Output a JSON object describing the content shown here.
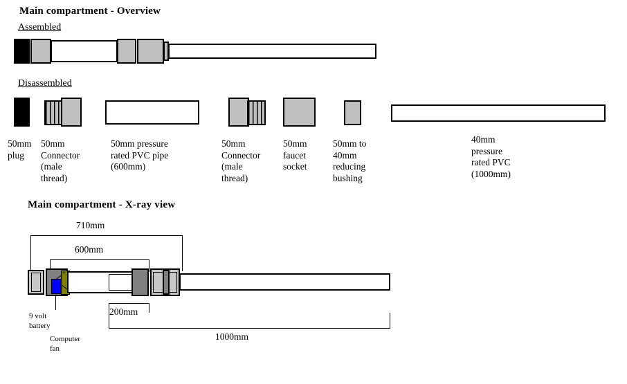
{
  "overview": {
    "title": "Main compartment - Overview",
    "assembled_label": "Assembled",
    "disassembled_label": "Disassembled"
  },
  "xray": {
    "title": "Main compartment - X-ray view"
  },
  "parts": [
    {
      "name": "50mm plug",
      "label": "50mm\nplug"
    },
    {
      "name": "50mm connector male thread",
      "label": "50mm\nConnector\n(male\nthread)"
    },
    {
      "name": "50mm pressure rated PVC pipe",
      "label": "50mm pressure\nrated PVC pipe\n(600mm)"
    },
    {
      "name": "50mm connector male thread 2",
      "label": "50mm\nConnector\n(male\nthread)"
    },
    {
      "name": "50mm faucet socket",
      "label": "50mm\nfaucet\nsocket"
    },
    {
      "name": "50mm to 40mm reducing bushing",
      "label": "50mm to\n40mm\nreducing\nbushing"
    },
    {
      "name": "40mm pressure rated PVC",
      "label": "40mm\npressure\nrated PVC\n(1000mm)"
    }
  ],
  "dimensions": {
    "d710": "710mm",
    "d600": "600mm",
    "d200": "200mm",
    "d1000": "1000mm"
  },
  "callouts": {
    "battery": "9 volt\nbattery",
    "fan": "Computer\nfan"
  },
  "colors": {
    "pvc_gray": "#c0c0c0",
    "plug_black": "#000000",
    "battery_blue": "#0000ff",
    "fan_olive": "#808000",
    "connector_dark": "#808080",
    "connector_light": "#c8c8c8",
    "outline": "#000000",
    "background": "#ffffff"
  }
}
